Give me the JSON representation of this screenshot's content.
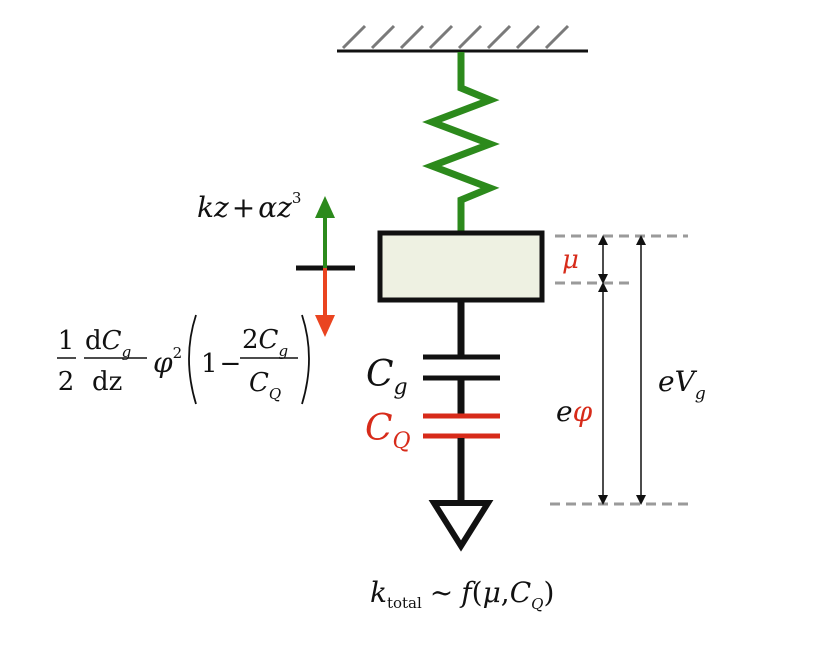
{
  "colors": {
    "spring": "#2c8a1c",
    "force_up": "#2c8a1c",
    "force_down": "#ea4420",
    "mass_fill": "#eef1e2",
    "quantum": "#d72b1a",
    "ground_line": "#7a7a7a",
    "dashed": "#9a9a9a",
    "ink": "#111111"
  },
  "labels": {
    "restoring_force": {
      "a": "kz",
      "op": "+",
      "b": "α",
      "c": "z",
      "exp": "3"
    },
    "electro_force": {
      "half_num": "1",
      "half_den": "2",
      "dC": "d",
      "C": "C",
      "C_sub": "g",
      "dz": "dz",
      "phi": "φ",
      "phi_exp": "2",
      "one": "1",
      "minus": "−",
      "two_num": "2",
      "num_C": "C",
      "num_sub": "g",
      "den_C": "C",
      "den_sub": "Q"
    },
    "cap_g": {
      "C": "C",
      "sub": "g"
    },
    "cap_q": {
      "C": "C",
      "sub": "Q"
    },
    "mu": "μ",
    "e_phi": {
      "e": "e",
      "phi": "φ"
    },
    "e_vg": {
      "e": "e",
      "V": "V",
      "sub": "g"
    },
    "k_total": {
      "k": "k",
      "sub": "total",
      "tilde": "~",
      "f": "f",
      "lp": "(",
      "mu": "μ",
      "comma": ",",
      "C": "C",
      "C_sub": "Q",
      "rp": ")"
    }
  }
}
